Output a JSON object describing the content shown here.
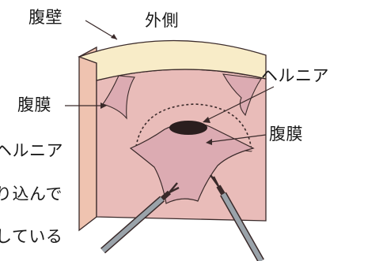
{
  "labels": {
    "abdominal_wall": "腹壁",
    "outside": "外側",
    "peritoneum_left": "腹膜",
    "hernia_right": "ヘルニア",
    "peritoneum_right": "腹膜",
    "desc_line1": "ヘルニア",
    "desc_line2": "り込んで",
    "desc_line3": "している"
  },
  "colors": {
    "wall_top": "#f8ecc8",
    "wall_face": "#efc3b0",
    "inner_face": "#e7b8b5",
    "sac": "#dcabb2",
    "outline": "#3a2a2a",
    "instrument": "#9aa3aa"
  }
}
